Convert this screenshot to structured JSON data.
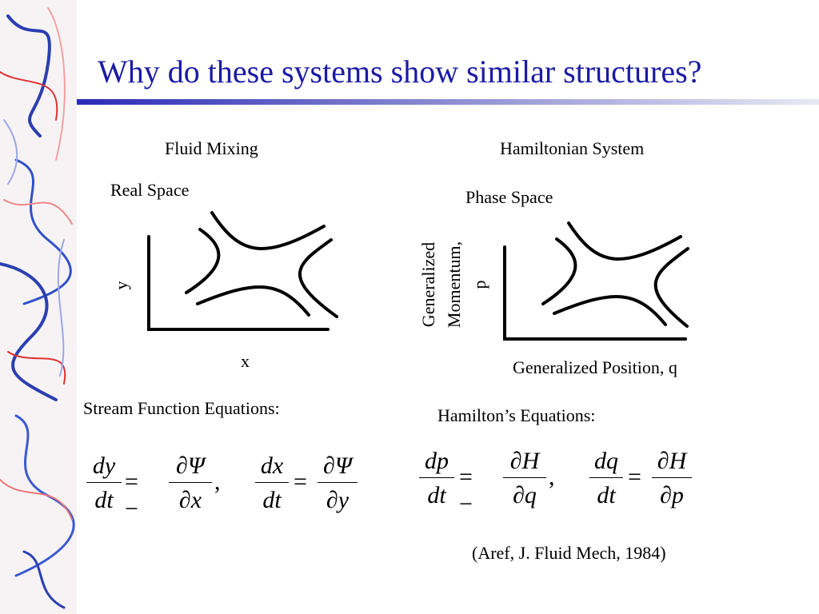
{
  "slide": {
    "title": "Why do these systems show similar structures?"
  },
  "left_panel": {
    "heading": "Fluid Mixing",
    "space_label": "Real Space",
    "y_axis_label": "y",
    "x_axis_label": "x",
    "equations_label": "Stream Function Equations:",
    "eq1": {
      "num": "dy",
      "den": "dt",
      "equals": "= −",
      "rnum": "∂Ψ",
      "rden": "∂x",
      "comma": ","
    },
    "eq2": {
      "num": "dx",
      "den": "dt",
      "equals": "=",
      "rnum": "∂Ψ",
      "rden": "∂y"
    }
  },
  "right_panel": {
    "heading": "Hamiltonian System",
    "space_label": "Phase Space",
    "y_axis_label_line1": "Generalized",
    "y_axis_label_line2": "Momentum,",
    "y_axis_label_line3": "p",
    "x_axis_label": "Generalized Position, q",
    "equations_label": "Hamilton’s Equations:",
    "eq1": {
      "num": "dp",
      "den": "dt",
      "equals": "= −",
      "rnum": "∂H",
      "rden": "∂q",
      "comma": ","
    },
    "eq2": {
      "num": "dq",
      "den": "dt",
      "equals": "=",
      "rnum": "∂H",
      "rden": "∂p"
    },
    "citation": "(Aref, J. Fluid Mech, 1984)"
  },
  "colors": {
    "title": "#1a1aa6",
    "rule_start": "#2a2ab8"
  }
}
